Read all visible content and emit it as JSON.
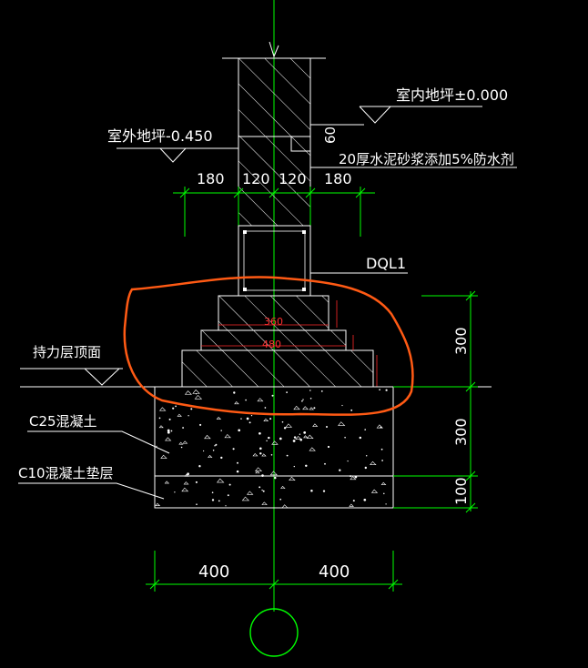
{
  "labels": {
    "indoor_floor": "室内地坪±0.000",
    "outdoor_ground": "室外地坪-0.450",
    "waterproof": "20厚水泥砂浆添加5%防水剂",
    "bearing_layer": "持力层顶面",
    "c25": "C25混凝土",
    "c10": "C10混凝土垫层",
    "dql": "DQL1"
  },
  "dims": {
    "d180_left": "180",
    "d120_left": "120",
    "d120_right": "120",
    "d180_right": "180",
    "d60": "60",
    "step1": "360",
    "step2": "480",
    "v300_top": "300",
    "v300_mid": "300",
    "v100": "100",
    "b400_left": "400",
    "b400_right": "400"
  },
  "colors": {
    "background": "#000000",
    "linework": "#ffffff",
    "dimension": "#00ff00",
    "markup": "#ff5a14"
  }
}
